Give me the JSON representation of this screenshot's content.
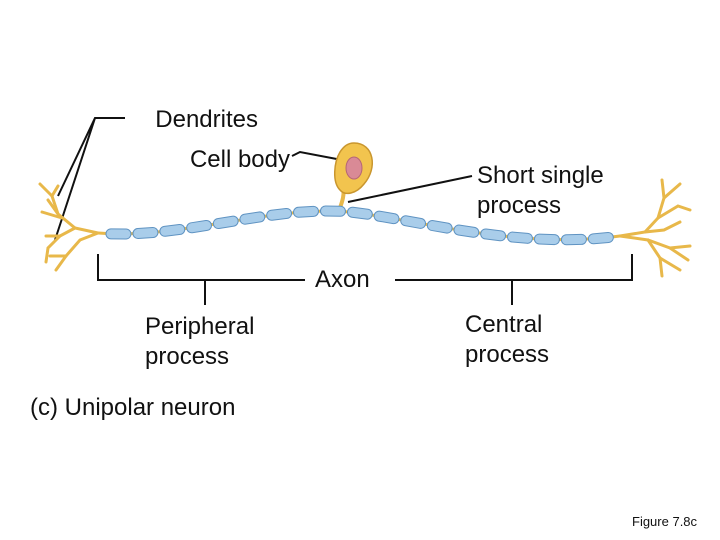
{
  "labels": {
    "dendrites": "Dendrites",
    "cell_body": "Cell body",
    "short_single_process": "Short single\nprocess",
    "axon": "Axon",
    "peripheral_process": "Peripheral\nprocess",
    "central_process": "Central\nprocess"
  },
  "caption": "(c) Unipolar neuron",
  "figure_ref": "Figure 7.8c",
  "colors": {
    "dendrite": "#e8b84a",
    "cell_body": "#f2c44e",
    "nucleus": "#d98a96",
    "myelin": "#a9cdea",
    "myelin_outline": "#5f93c2",
    "lines": "#111111"
  }
}
